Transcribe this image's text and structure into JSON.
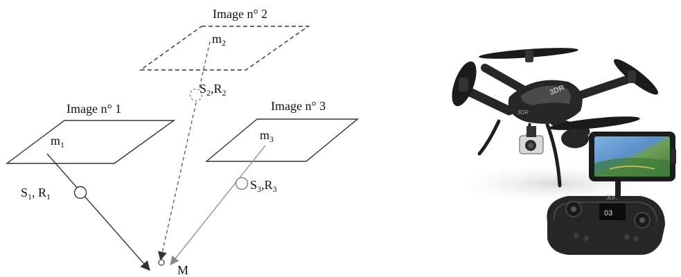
{
  "diagram": {
    "images": [
      {
        "title": "Image n° 1",
        "point": "m",
        "point_sub": "1",
        "station": "S",
        "station_sub": "1",
        "rotation": "R",
        "rotation_sub": "1"
      },
      {
        "title": "Image n° 2",
        "point": "m",
        "point_sub": "2",
        "station": "S",
        "station_sub": "2",
        "rotation": "R",
        "rotation_sub": "2"
      },
      {
        "title": "Image n° 3",
        "point": "m",
        "point_sub": "3",
        "station": "S",
        "station_sub": "3",
        "rotation": "R",
        "rotation_sub": "3"
      }
    ],
    "object_point": "M",
    "separator": ","
  },
  "photo": {
    "drone_brand": "3DR",
    "controller_brand": "3DR",
    "screen_readout": "03",
    "colors": {
      "body": "#262626",
      "body_highlight": "#4a4a4a",
      "screen_sky": "#5b8fc9",
      "screen_land": "#3f7a3a"
    }
  }
}
